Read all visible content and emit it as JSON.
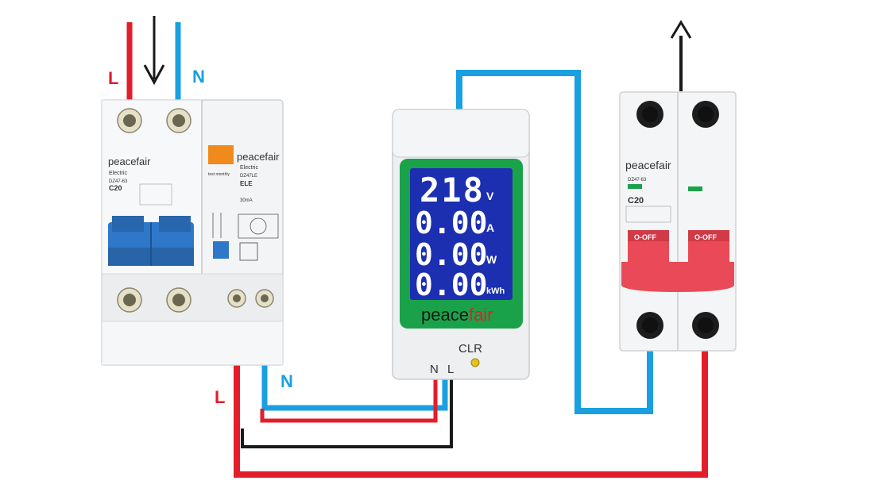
{
  "colors": {
    "live": "#e31d2b",
    "neutral": "#1aa0e0",
    "black": "#1a1a1a",
    "display_bg": "#1b2fb0",
    "display_bezel": "#1aa24a",
    "brand_orange": "#f08a1c",
    "handle_red": "#ea4a57",
    "rcd_blue": "#2f78c9"
  },
  "labels": {
    "input_live": "L",
    "input_neutral": "N",
    "bottom_neutral": "N",
    "bottom_live": "L"
  },
  "rcd": {
    "brand_left": "peacefair",
    "brand_right": "peacefair",
    "sub_left": "Electric",
    "sub_right": "Electric",
    "model_left": "DZ47-63",
    "model_right": "DZ47LE",
    "rating_left": "C20",
    "ele_text": "ELE",
    "ma_text": "30mA",
    "test_text": "test monthly"
  },
  "meter": {
    "voltage_value": "218",
    "voltage_unit": "V",
    "current_value": "0.00",
    "current_unit": "A",
    "power_value": "0.00",
    "power_unit": "W",
    "energy_value": "0.00",
    "energy_unit": "kWh",
    "brand_prefix": "peace",
    "brand_suffix": "fair",
    "clr_label": "CLR",
    "terminal_n": "N",
    "terminal_l": "L"
  },
  "mcb": {
    "brand": "peacefair",
    "model": "DZ47-63",
    "rating": "C20",
    "switch_left": "O-OFF",
    "switch_right": "O-OFF"
  }
}
